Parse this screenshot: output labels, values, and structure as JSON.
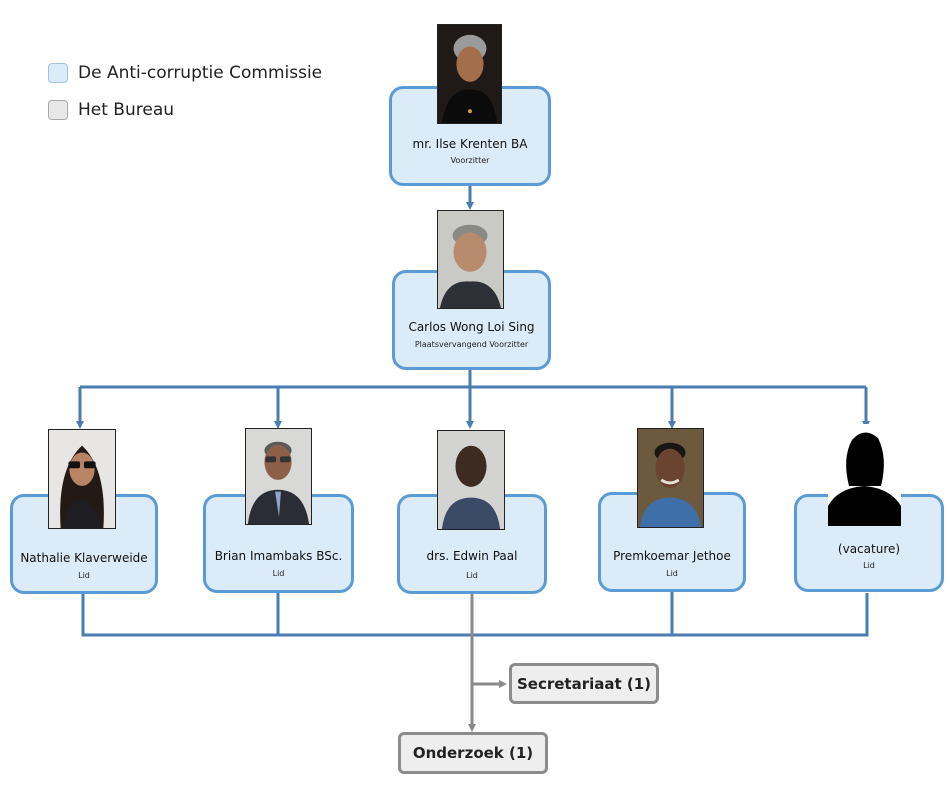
{
  "legend": {
    "commission_label": "De Anti-corruptie Commissie",
    "bureau_label": "Het Bureau"
  },
  "colors": {
    "commission_fill": "#dcebf8",
    "commission_border": "#5b9bd5",
    "connector_blue": "#4a7eb0",
    "bureau_fill": "#eeeeee",
    "bureau_border": "#8c8c8c",
    "connector_grey": "#8a8a8a"
  },
  "chair": {
    "name": "mr. Ilse Krenten BA",
    "role": "Voorzitter"
  },
  "vice_chair": {
    "name": "Carlos Wong Loi Sing",
    "role": "Plaatsvervangend Voorzitter"
  },
  "members": [
    {
      "name": "Nathalie Klaverweide",
      "role": "Lid"
    },
    {
      "name": "Brian Imambaks BSc.",
      "role": "Lid"
    },
    {
      "name": "drs. Edwin Paal",
      "role": "Lid"
    },
    {
      "name": "Premkoemar Jethoe",
      "role": "Lid"
    },
    {
      "name": "(vacature)",
      "role": "Lid"
    }
  ],
  "bureau": {
    "secretariat_label": "Secretariaat (1)",
    "research_label": "Onderzoek (1)"
  }
}
